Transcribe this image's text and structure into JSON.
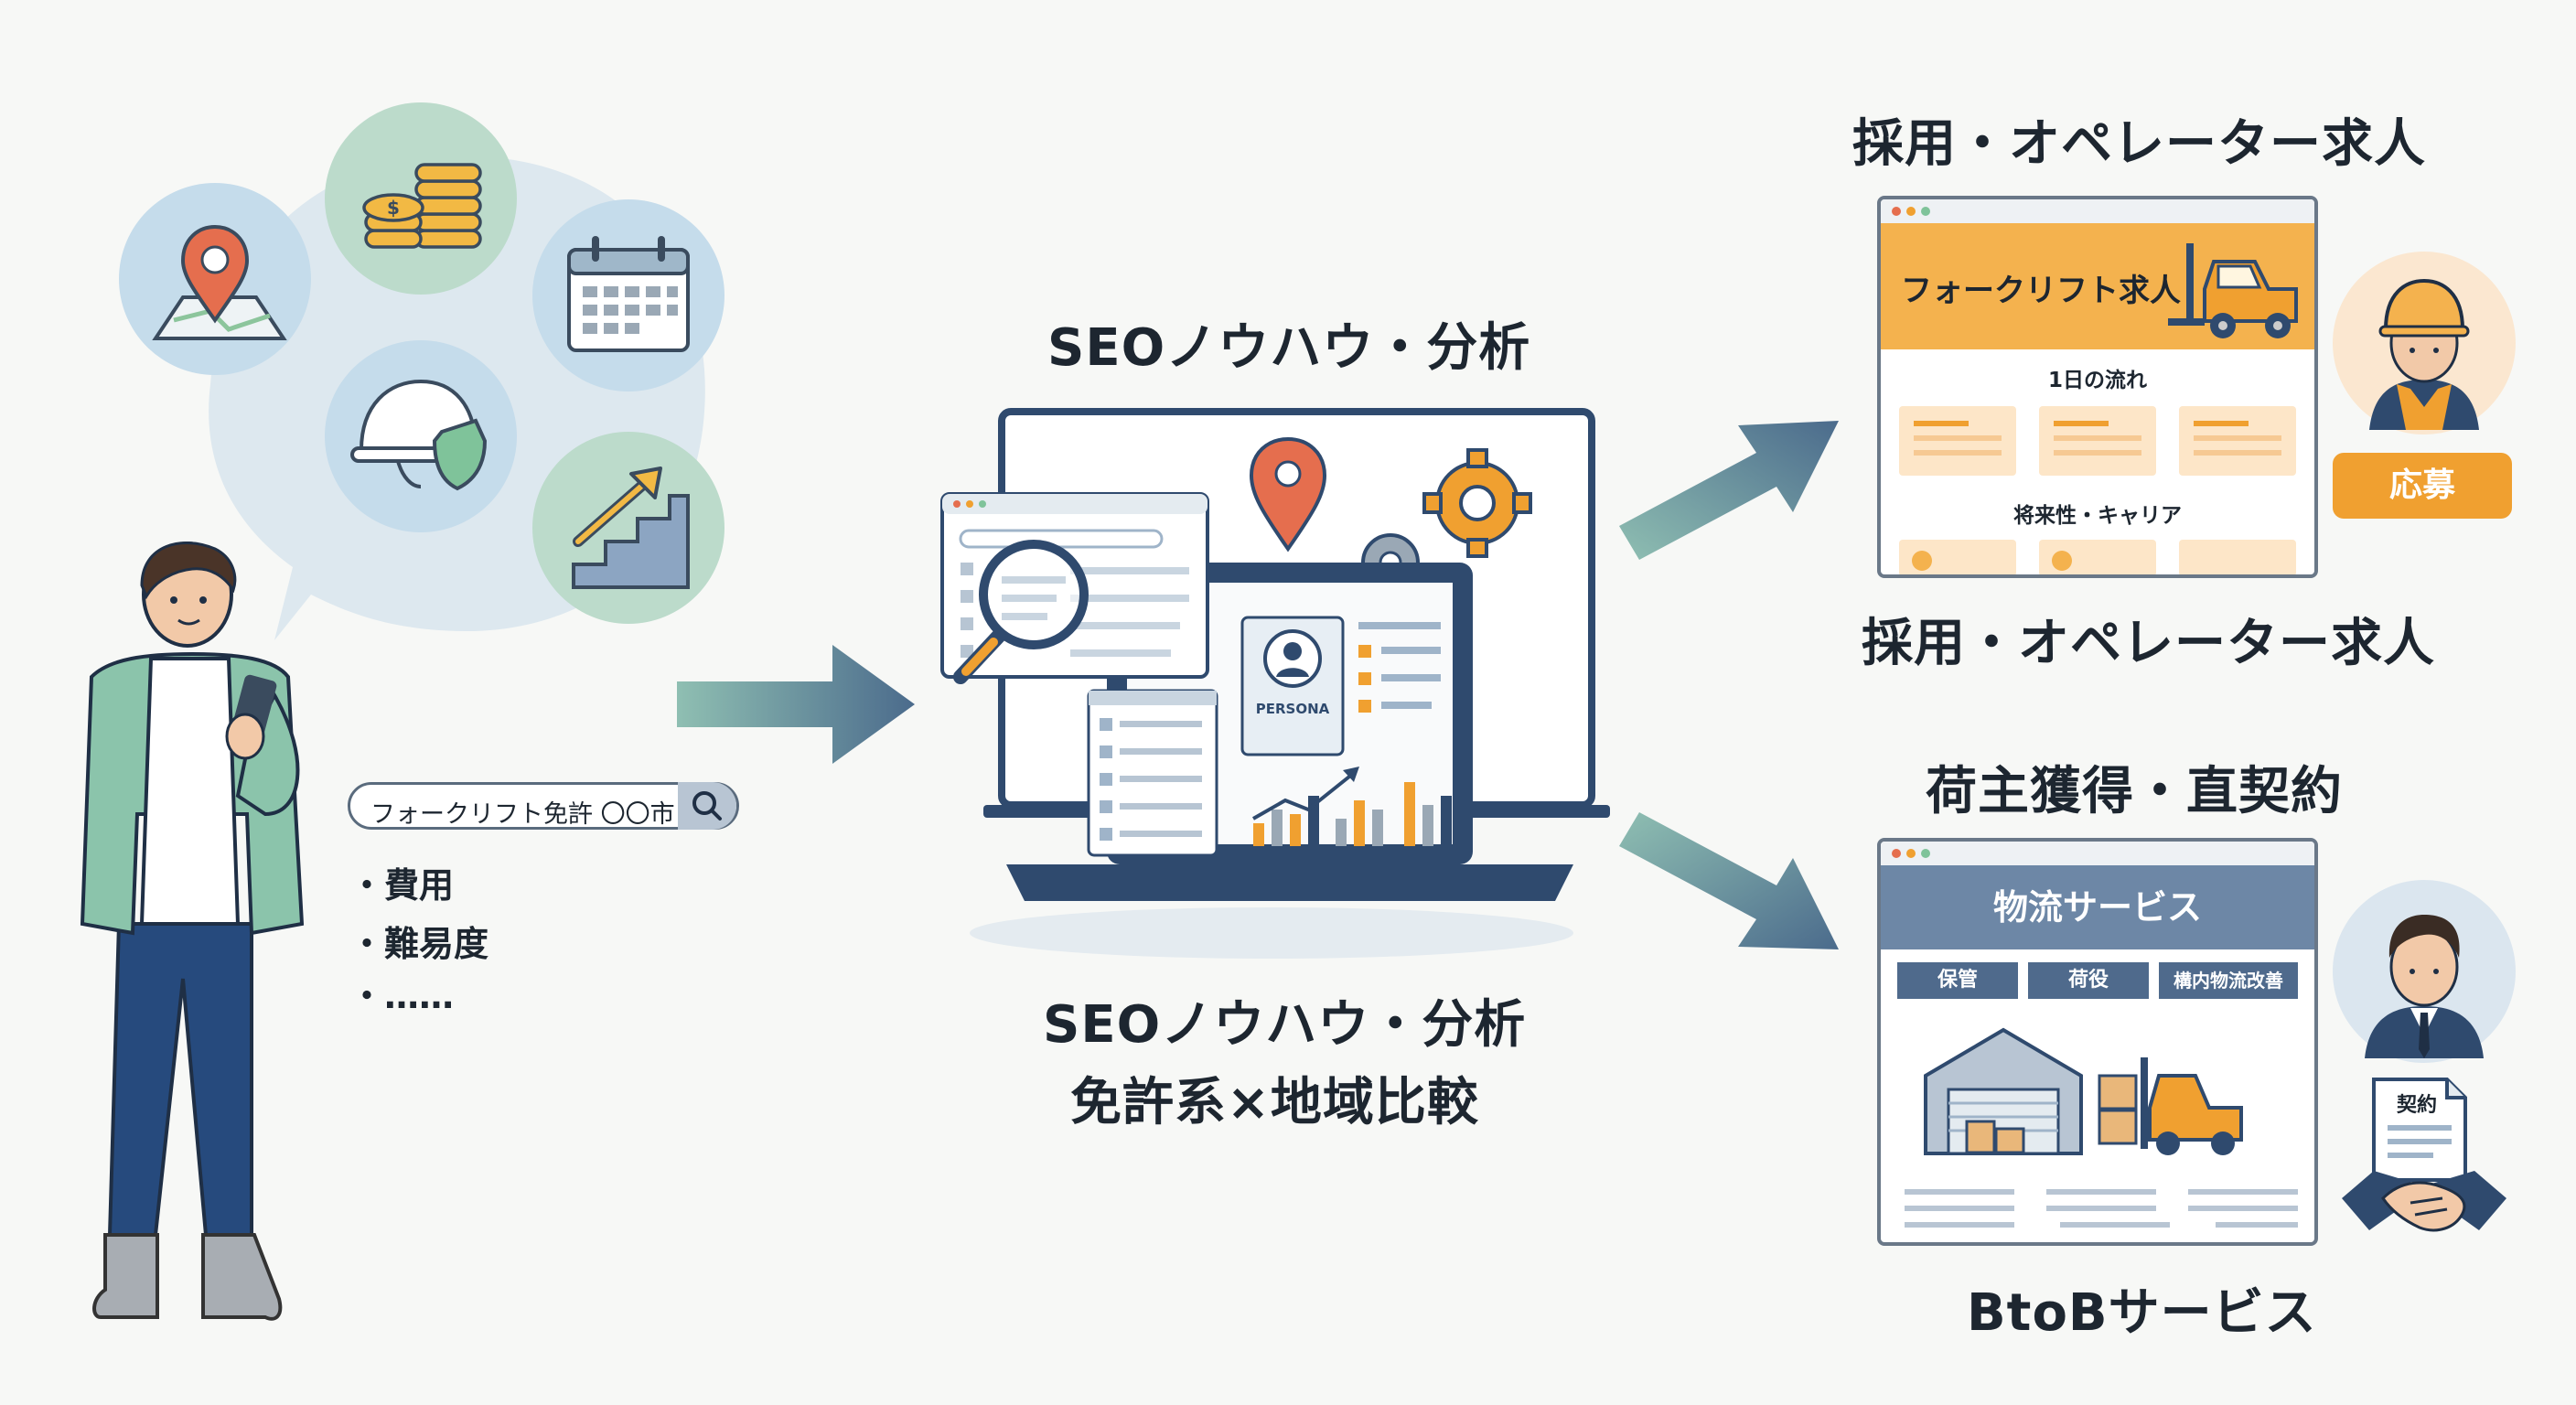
{
  "search": {
    "query": "フォークリフト免許 〇〇市"
  },
  "bullets": [
    "・費用",
    "・難易度",
    "・……"
  ],
  "center": {
    "title_top": "SEOノウハウ・分析",
    "title_bottom": "SEOノウハウ・分析",
    "subtitle": "免許系×地域比較",
    "persona_label": "PERSONA"
  },
  "recruit": {
    "heading_top": "採用・オペレーター求人",
    "heading_bottom": "採用・オペレーター求人",
    "banner": "フォークリフト求人",
    "section1": "1日の流れ",
    "section2": "将来性・キャリア",
    "apply_button": "応募"
  },
  "btob": {
    "heading_top": "荷主獲得・直契約",
    "heading_bottom": "BtoBサービス",
    "banner": "物流サービス",
    "tags": [
      "保管",
      "荷役",
      "構内物流改善"
    ],
    "contract_label": "契約"
  },
  "colors": {
    "navy": "#2f4a6e",
    "orange": "#f0a030",
    "teal": "#7db8a8",
    "bubble": "#dce9ef"
  },
  "icons": [
    "map-pin-icon",
    "coins-icon",
    "calendar-icon",
    "helmet-shield-icon",
    "stairs-arrow-icon",
    "search-icon",
    "magnifier-icon",
    "gear-icon",
    "forklift-icon",
    "warehouse-icon",
    "handshake-icon",
    "document-icon"
  ]
}
